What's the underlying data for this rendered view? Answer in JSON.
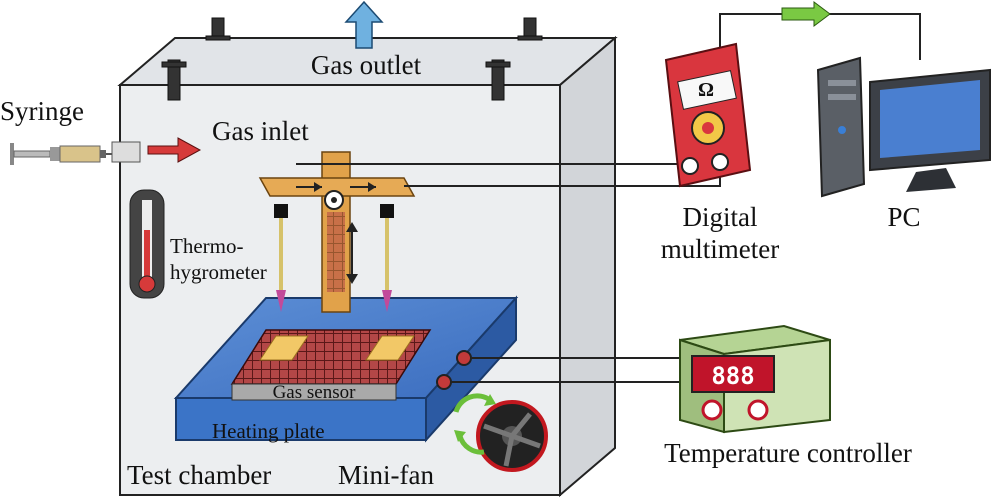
{
  "labels": {
    "gas_outlet": "Gas outlet",
    "syringe": "Syringe",
    "gas_inlet": "Gas inlet",
    "thermo_line1": "Thermo-",
    "thermo_line2": "hygrometer",
    "gas_sensor": "Gas sensor",
    "heating_plate": "Heating plate",
    "test_chamber": "Test chamber",
    "mini_fan": "Mini-fan",
    "digital_line1": "Digital",
    "digital_line2": "multimeter",
    "pc": "PC",
    "temperature_controller": "Temperature controller",
    "ohm_symbol": "Ω",
    "controller_display": "888"
  },
  "colors": {
    "chamber_front": "#eceef0",
    "chamber_side": "#d4d7da",
    "chamber_top": "#dfe2e6",
    "outlet_arrow": "#6fb1e0",
    "inlet_arrow": "#d63a3a",
    "pc_arrow": "#7ac943",
    "multimeter": "#d9363e",
    "controller_body": "#cfe3b5",
    "controller_display": "#c0142a",
    "heating_plate": "#3b74c7",
    "gas_sensor_grid": "#8c2a2a",
    "electrode_pad": "#f2c867",
    "stand": "#e1a24a"
  },
  "icons": {
    "syringe": "syringe-icon",
    "thermometer": "thermometer-icon",
    "fan": "fan-icon",
    "pc": "desktop-computer-icon",
    "multimeter": "multimeter-icon"
  }
}
